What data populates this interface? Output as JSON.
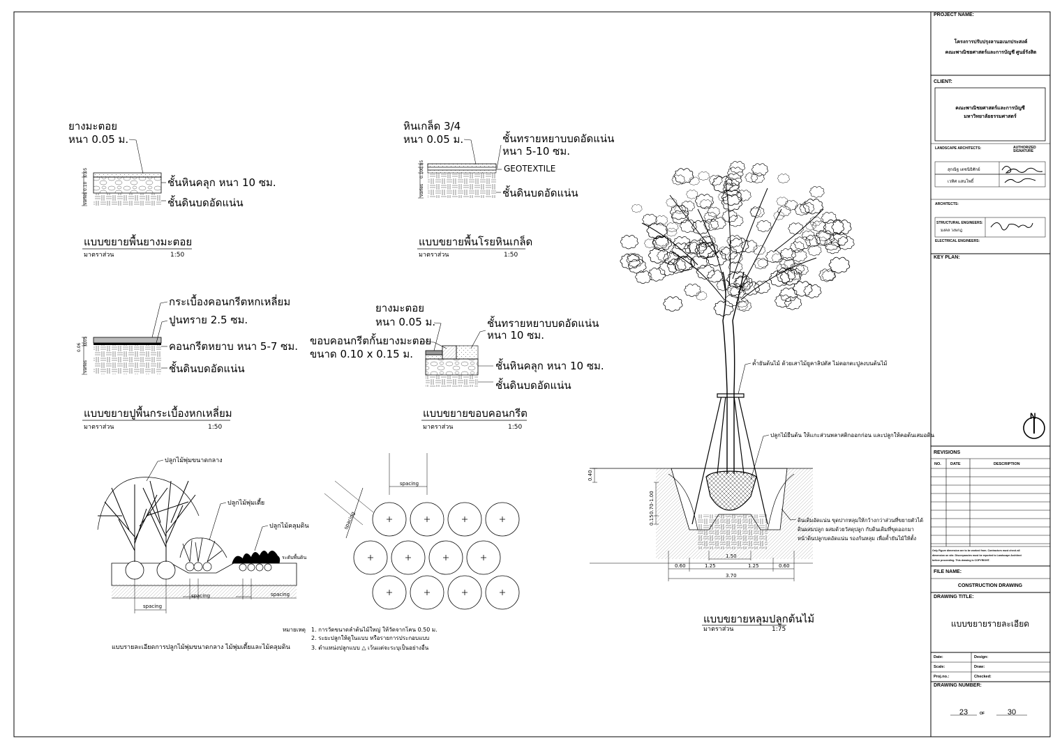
{
  "details": {
    "rubber": {
      "label1_line1": "ยางมะตอย",
      "label1_line2": "หนา 0.05 ม.",
      "label2": "ชั้นหินคลุก หนา 10 ซม.",
      "label3": "ชั้นดินบดอัดแน่น",
      "dims": [
        "0.05",
        "0.10",
        "varies"
      ],
      "title": "แบบขยายพื้นยางมะตอย",
      "scale_label": "มาตราส่วน",
      "scale": "1:50"
    },
    "gravel": {
      "label1_line1": "หินเกล็ด 3/4",
      "label1_line2": "หนา 0.05 ม.",
      "label2_line1": "ชั้นทรายหยาบบดอัดแน่น",
      "label2_line2": "หนา 5-10 ซม.",
      "label3": "GEOTEXTILE",
      "label4": "ชั้นดินบดอัดแน่น",
      "dims": [
        "0.05",
        "0.10",
        "varies"
      ],
      "title": "แบบขยายพื้นโรยหินเกล็ด",
      "scale_label": "มาตราส่วน",
      "scale": "1:50"
    },
    "tile": {
      "label1": "กระเบื้องคอนกรีตหกเหลี่ยม",
      "label2": "ปูนทราย 2.5 ซม.",
      "label3": "คอนกรีตหยาบ หนา 5-7 ซม.",
      "label4": "ชั้นดินบดอัดแน่น",
      "dims": [
        "0.06",
        "0.05",
        "varies"
      ],
      "title": "แบบขยายปูพื้นกระเบื้องหกเหลี่ยม",
      "scale_label": "มาตราส่วน",
      "scale": "1:50"
    },
    "curb": {
      "label1_line1": "ยางมะตอย",
      "label1_line2": "หนา 0.05 ม.",
      "label2_line1": "ขอบคอนกรีตกั้นยางมะตอย",
      "label2_line2": "ขนาด 0.10 x 0.15 ม.",
      "label3_line1": "ชั้นทรายหยาบบดอัดแน่น",
      "label3_line2": "หนา 10 ซม.",
      "label4": "ชั้นหินคลุก หนา 10 ซม.",
      "label5": "ชั้นดินบดอัดแน่น",
      "title": "แบบขยายขอบคอนกรีต",
      "scale_label": "มาตราส่วน",
      "scale": "1:50"
    },
    "shrubs": {
      "label_medium": "ปลูกไม้พุ่มขนาดกลาง",
      "label_low": "ปลูกไม้พุ่มเตี้ย",
      "label_cover": "ปลูกไม้คลุมดิน",
      "label_soil": "ระดับพื้นดิน",
      "spacing": "spacing",
      "caption": "แบบรายละเอียดการปลูกไม้พุ่มขนาดกลาง ไม้พุ่มเตี้ยและไม้คลุมดิน"
    },
    "pattern": {
      "spacing": "spacing",
      "note_head": "หมายเหตุ",
      "notes": [
        "1. การวัดขนาดลำต้นไม้ใหญ่ ให้วัดจากโคน 0.50 ม.",
        "2. ระยะปลูกให้ดูในแบบ หรือรายการประกอบแบบ",
        "3. ตำแหน่งปลูกแบบ △ เว้นแต่จะระบุเป็นอย่างอื่น"
      ]
    },
    "tree": {
      "note_stake": "ค้ำยันต้นไม้ ด้วยเสาไม้ยูคาลิปตัส ไม่ตอกตะปูลงบนต้นไม้",
      "note_ball": "ปลูกไม้ยืนต้น ให้แกะส่วนพลาสติกออกก่อน และปลูกให้คอต้นเสมอดิน",
      "note_soil_1": "ดินเดิมอัดแน่น ขุดปากหลุมให้กว้างกว่าส่วนที่ขยายตัวได้",
      "note_soil_2": "ดินผสมปลูก ผสมด้วยวัสดุปลูก กับดินเดิมที่ขุดออกมา",
      "note_soil_3": "หน้าดินปลูกบดอัดแน่น รองก้นหลุม เพื่อค้ำยันไม้ให้ตั้ง",
      "dim_v": [
        "0.40",
        "0.70-1.00",
        "0.15"
      ],
      "dim_h": [
        "0.60",
        "1.25",
        "1.50",
        "1.25",
        "0.60"
      ],
      "dim_total": "3.70",
      "title": "แบบขยายหลุมปลูกต้นไม้",
      "scale_label": "มาตราส่วน",
      "scale": "1:75"
    }
  },
  "title_block": {
    "project_label": "PROJECT NAME:",
    "project_line1": "โครงการปรับปรุงลานอเนกประสงค์",
    "project_line2": "คณะพาณิชยศาสตร์และการบัญชี ศูนย์รังสิต",
    "client_label": "CLIENT:",
    "client_line1": "คณะพาณิชยศาสตร์และการบัญชี",
    "client_line2": "มหาวิทยาลัยธรรมศาสตร์",
    "landscape_label": "LANDSCAPE ARCHITECTS:",
    "authorized_label": "AUTHORIZED SIGNATURE",
    "architect_1": "สุกณิฐ เตชนิธิศักย์",
    "architect_2": "เวทิศ แสนโพธิ์",
    "architects_label": "ARCHITECTS:",
    "structural_label": "STRUCTURAL ENGINEERS:",
    "structural_name": "มงคล วงษกฎ",
    "electrical_label": "ELECTRICAL ENGINEERS:",
    "keyplan_label": "KEY PLAN:",
    "north": "N",
    "revisions_label": "REVISIONS",
    "rev_headers": [
      "NO.",
      "DATE",
      "DESCRIPTION"
    ],
    "disclaimer_1": "Only Figure dimension are to be worked from. Contractors must check all",
    "disclaimer_2": "dimension on site. Discrepancies must be reported to Landscape Architect",
    "disclaimer_3": "before proceeding. This drawing is COPYRIGHT.",
    "file_label": "FILE NAME:",
    "file_value": "CONSTRUCTION DRAWING",
    "drawing_title_label": "DRAWING TITLE:",
    "drawing_title": "แบบขยายรายละเอียด",
    "date_label": "Date:",
    "design_label": "Design:",
    "scale_label": "Scale:",
    "draw_label": "Draw:",
    "proj_label": "Proj.no.:",
    "checked_label": "Checked:",
    "number_label": "DRAWING NUMBER:",
    "sheet": "23",
    "of": "OF",
    "total": "30"
  },
  "colors": {
    "line": "#000000",
    "hatch": "#555555",
    "fill_grey": "#bbbbbb"
  }
}
